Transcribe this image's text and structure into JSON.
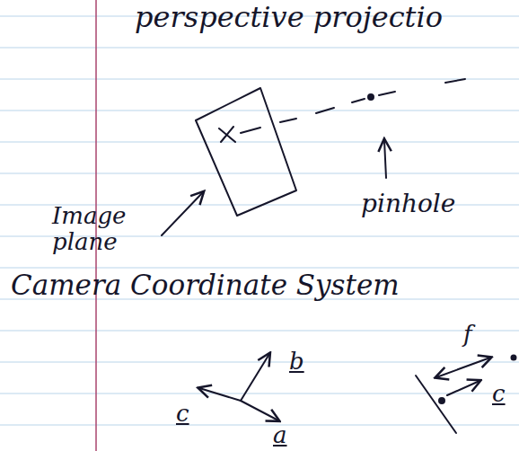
{
  "diagram": {
    "title": "perspective projectio",
    "labels": [
      "Image plane",
      "pinhole",
      "Camera Coordinate System",
      "b",
      "c",
      "a",
      "f",
      "c"
    ]
  }
}
